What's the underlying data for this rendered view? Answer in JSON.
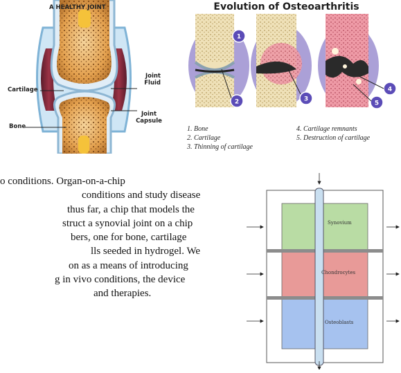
{
  "healthy_joint": {
    "title": "A HEALTHY JOINT",
    "labels": {
      "joint_fluid_line1": "Joint",
      "joint_fluid_line2": "Fluid",
      "cartilage": "Cartilage",
      "joint_capsule_line1": "Joint",
      "joint_capsule_line2": "Capsule",
      "bone": "Bone"
    }
  },
  "osteoarthritis": {
    "title": "Evolution of Osteoarthritis",
    "markers": [
      "1",
      "2",
      "3",
      "4",
      "5"
    ],
    "legend": [
      "1.  Bone",
      "2.  Cartilage",
      "3.  Thinning of cartilage",
      "4.  Cartilage remnants",
      "5.  Destruction of cartilage"
    ]
  },
  "paragraph": {
    "lines": [
      "o conditions. Organ-on-a-chip",
      "conditions and study disease",
      "thus far, a chip that models the",
      "struct a synovial joint on a chip",
      "bers, one for bone, cartilage",
      "lls seeded in hydrogel. We",
      "on as a means of introducing",
      "g in vivo conditions, the device",
      "and therapies."
    ]
  },
  "chip": {
    "chambers": [
      "Synovium",
      "Chondrocytes",
      "Osteoblasts"
    ],
    "colors": {
      "synovium": "#b9dca4",
      "chondrocytes": "#e89a98",
      "osteoblasts": "#a6c2ef",
      "channel": "#c9dff0"
    }
  }
}
